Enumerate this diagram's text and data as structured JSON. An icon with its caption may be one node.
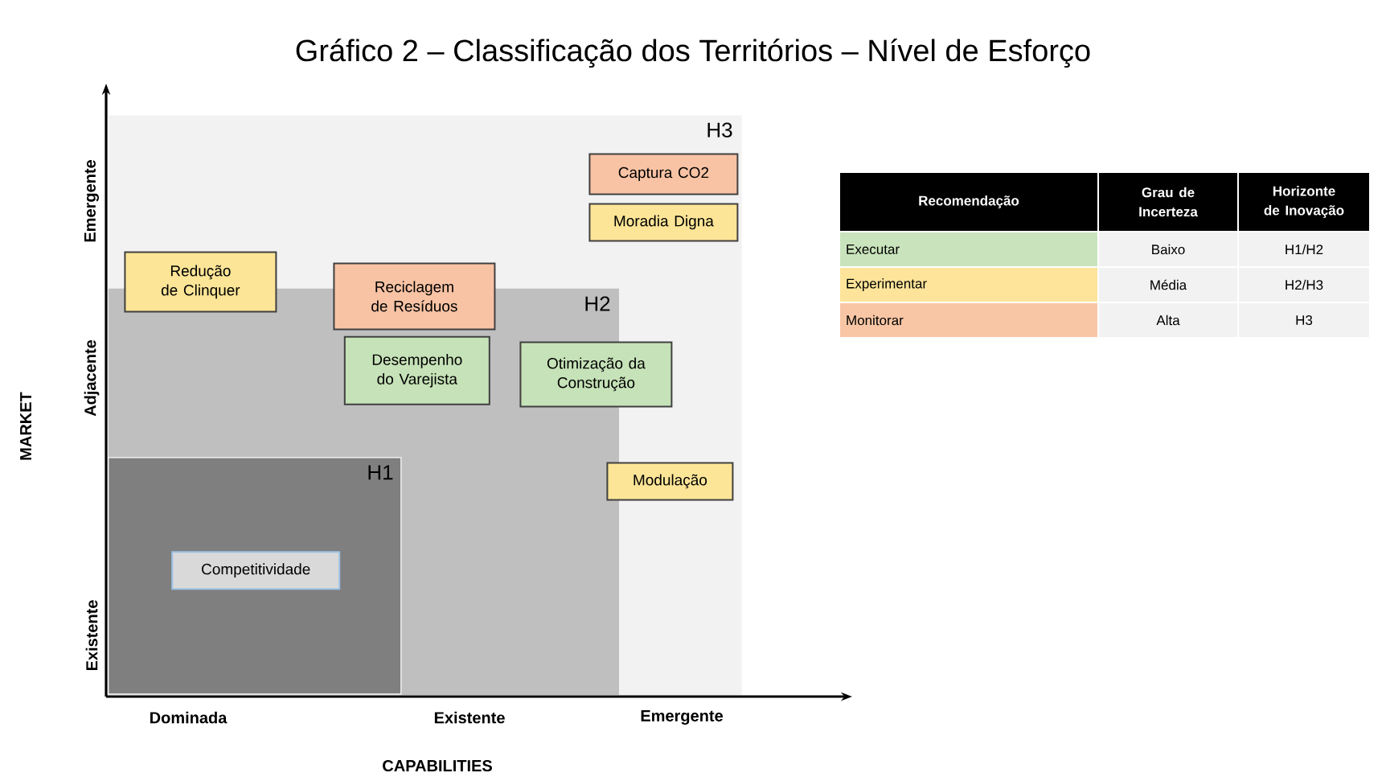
{
  "diagram": {
    "title": "Gráfico 2 – Classificação dos Territórios – Nível de Esforço",
    "nodes": [
      {
        "text": [
          "H3"
        ]
      },
      {
        "text": [
          "H2"
        ],
        "in": 0
      },
      {
        "text": [
          "H1"
        ],
        "in": 1
      },
      {
        "text": [
          "Captura CO2"
        ],
        "in": 0
      },
      {
        "text": [
          "Moradia Digna"
        ],
        "in": 0
      },
      {
        "text": [
          "Redução de Clinquer"
        ],
        "in": 0
      },
      {
        "text": [
          "Reciclagem de Resíduos"
        ],
        "in": 0
      },
      {
        "text": [
          "Desempenho do Varejista"
        ],
        "in": 1
      },
      {
        "text": [
          "Otimização da Construção"
        ],
        "in": 0
      },
      {
        "text": [
          "Modulação"
        ],
        "in": 0
      },
      {
        "text": [
          "Competitividade"
        ],
        "in": 2
      }
    ],
    "labels": [
      "Emergente",
      "Adjacente",
      "Existente",
      "MARKET",
      "Dominada",
      "Existente",
      "Emergente",
      "CAPABILITIES",
      "Recomendação",
      "Grau de Incerteza",
      "Horizonte de Inovação",
      "Executar",
      "Baixo",
      "H1/H2",
      "Experimentar",
      "Média",
      "H2/H3",
      "Monitorar",
      "Alta",
      "H3"
    ]
  }
}
